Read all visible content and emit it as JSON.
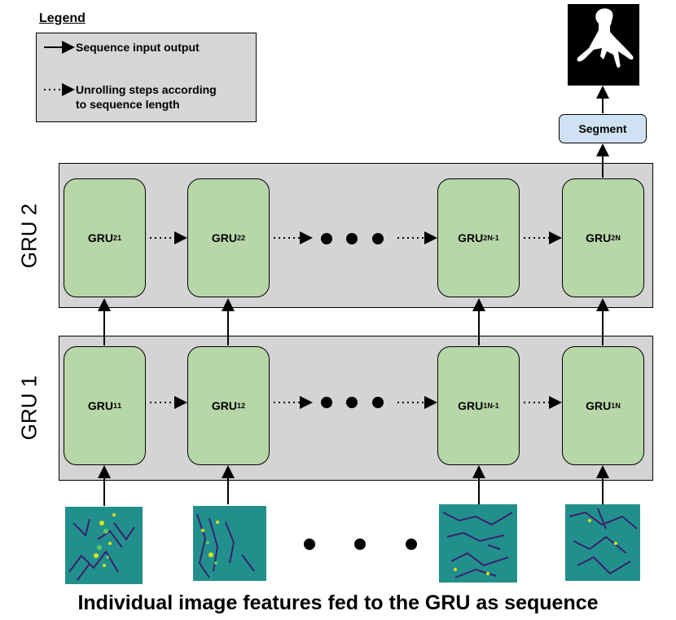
{
  "legend": {
    "title": "Legend",
    "item1": "Sequence input output",
    "item2_line1": "Unrolling steps according",
    "item2_line2": "to sequence length"
  },
  "layers": {
    "gru2_label": "GRU 2",
    "gru1_label": "GRU 1"
  },
  "gru2_cells": [
    {
      "base": "GRU",
      "sup": "2",
      "sub": "1"
    },
    {
      "base": "GRU",
      "sup": "2",
      "sub": "2"
    },
    {
      "base": "GRU",
      "sup": "2",
      "sub": "N-1"
    },
    {
      "base": "GRU",
      "sup": "2",
      "sub": "N"
    }
  ],
  "gru1_cells": [
    {
      "base": "GRU",
      "sup": "1",
      "sub": "1"
    },
    {
      "base": "GRU",
      "sup": "1",
      "sub": "2"
    },
    {
      "base": "GRU",
      "sup": "1",
      "sub": "N-1"
    },
    {
      "base": "GRU",
      "sup": "1",
      "sub": "N"
    }
  ],
  "segment_label": "Segment",
  "caption": "Individual image features fed to the GRU as sequence",
  "colors": {
    "panel": "#d4d4d4",
    "gru_cell": "#b7d7a8",
    "segment_box": "#cfe2f3",
    "feature_bg": "#21908d",
    "feature_dark": "#3b1f6e",
    "feature_bright": "#d8e219"
  }
}
